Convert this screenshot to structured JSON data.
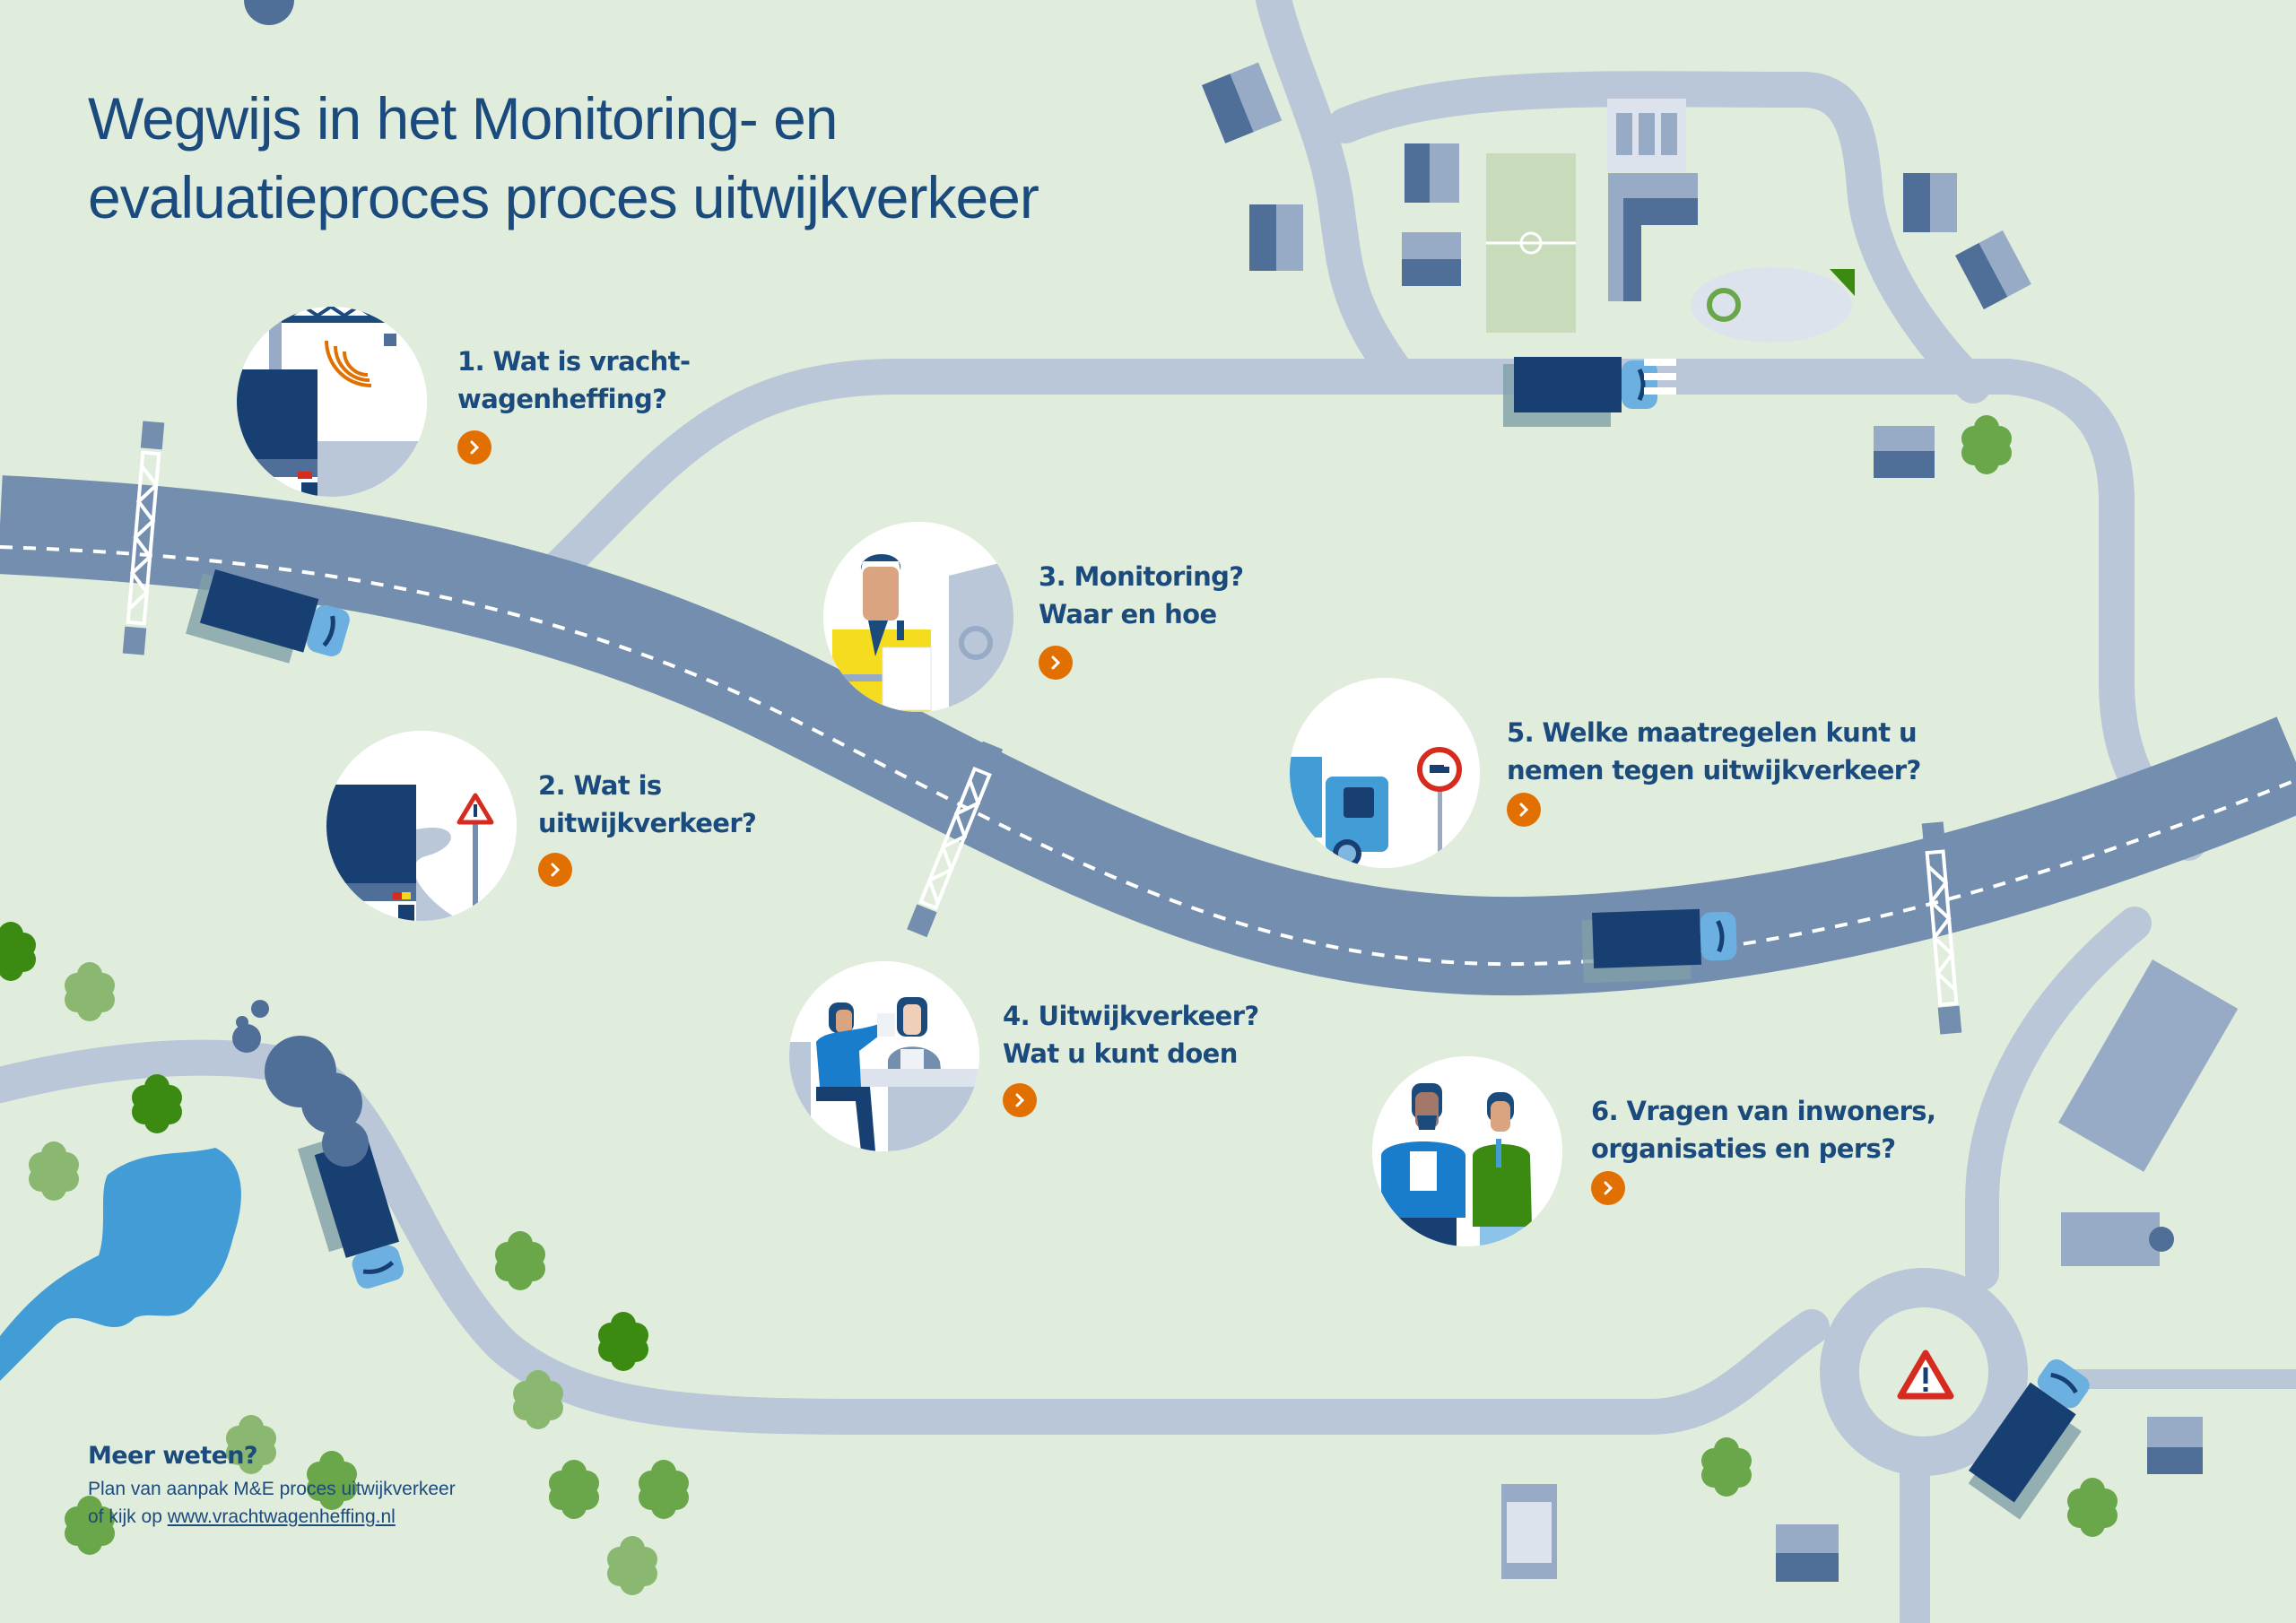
{
  "header": {
    "title_line1": "Wegwijs in het Monitoring- en",
    "title_line2": "evaluatieproces proces uitwijkverkeer"
  },
  "steps": [
    {
      "number": 1,
      "line1": "1. Wat is vracht-",
      "line2": "wagenheffing?",
      "illustration": "toll-gantry-sensor-truck-icon",
      "button_icon": "chevron-right-icon"
    },
    {
      "number": 2,
      "line1": "2. Wat is",
      "line2": "uitwijkverkeer?",
      "illustration": "warning-sign-winding-road-truck-icon",
      "button_icon": "chevron-right-icon"
    },
    {
      "number": 3,
      "line1": "3. Monitoring?",
      "line2": "Waar en hoe",
      "illustration": "inspector-with-clipboard-truck-icon",
      "button_icon": "chevron-right-icon"
    },
    {
      "number": 4,
      "line1": "4. Uitwijkverkeer?",
      "line2": "Wat u kunt doen",
      "illustration": "two-people-meeting-at-desk-icon",
      "button_icon": "chevron-right-icon"
    },
    {
      "number": 5,
      "line1": "5. Welke maatregelen kunt u",
      "line2": "nemen tegen uitwijkverkeer?",
      "illustration": "truck-prohibition-sign-icon",
      "button_icon": "chevron-right-icon"
    },
    {
      "number": 6,
      "line1": "6. Vragen van inwoners,",
      "line2": "organisaties en pers?",
      "illustration": "spokesperson-and-reporter-icon",
      "button_icon": "chevron-right-icon"
    }
  ],
  "footer": {
    "heading": "Meer weten?",
    "line1": "Plan van aanpak M&E proces uitwijkverkeer",
    "line2_prefix": "of kijk op ",
    "link_text": "www.vrachtwagenheffing.nl"
  },
  "map": {
    "features": [
      "motorway-with-toll-gantries",
      "village-with-football-pitch-and-playground",
      "roundabout-with-warning-sign",
      "pond",
      "trees",
      "houses",
      "trucks"
    ],
    "warning_sign_glyph": "!"
  },
  "colors": {
    "background": "#e1eddc",
    "title_text": "#1b4a7d",
    "accent_button": "#e17000",
    "motorway": "#738eae",
    "local_road": "#b9c7d8",
    "truck_body": "#173f72",
    "truck_cab": "#6bb0e0",
    "house_dark": "#506f98",
    "house_light": "#97abc6",
    "tree_dark": "#3b8a12",
    "tree_mid": "#6aa64a",
    "tree_light": "#8ab870",
    "water": "#429cd6",
    "warning_red": "#d62b1f"
  }
}
